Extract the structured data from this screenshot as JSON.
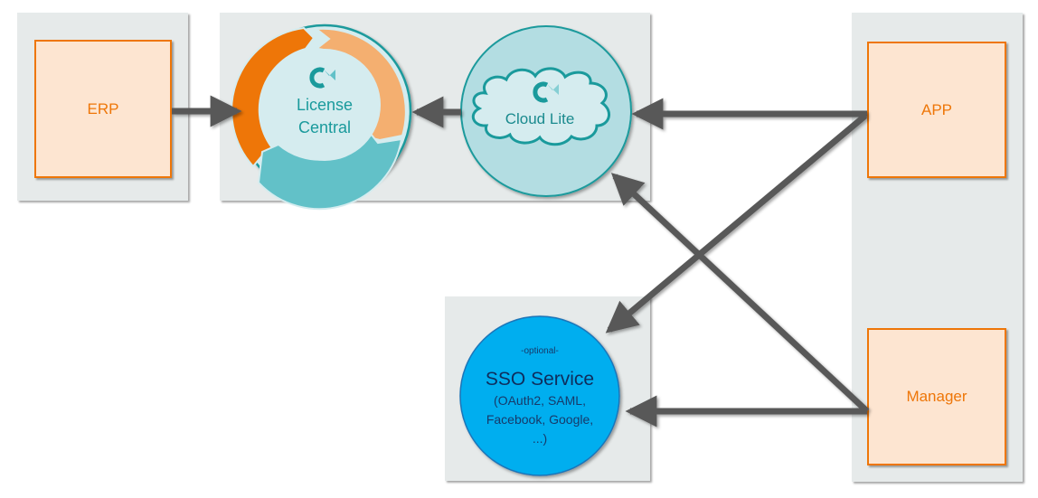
{
  "diagram": {
    "nodes": {
      "erp": {
        "label": "ERP"
      },
      "license_central": {
        "label_line1": "License",
        "label_line2": "Central",
        "logo": "cm-logo-icon"
      },
      "cloud_lite": {
        "label": "Cloud Lite",
        "logo": "cm-logo-icon"
      },
      "app": {
        "label": "APP"
      },
      "manager": {
        "label": "Manager"
      },
      "sso": {
        "tag": "-optional-",
        "title": "SSO Service",
        "details_line1": "(OAuth2,  SAML,",
        "details_line2": "Facebook, Google,",
        "details_line3": "...)"
      }
    },
    "edges": [
      {
        "from": "ERP",
        "to": "License Central"
      },
      {
        "from": "Cloud Lite",
        "to": "License Central"
      },
      {
        "from": "APP",
        "to": "Cloud Lite"
      },
      {
        "from": "APP",
        "to": "SSO Service"
      },
      {
        "from": "Manager",
        "to": "Cloud Lite"
      },
      {
        "from": "Manager",
        "to": "SSO Service"
      }
    ],
    "colors": {
      "orange": "#ee7608",
      "light_orange": "#f4af70",
      "teal": "#1a9a9c",
      "teal_fill": "#62c1c8",
      "cloud_circle": "#b3dde2",
      "sso_blue": "#00aeef",
      "arrow": "#595959",
      "panel": "#e6eaea"
    }
  }
}
